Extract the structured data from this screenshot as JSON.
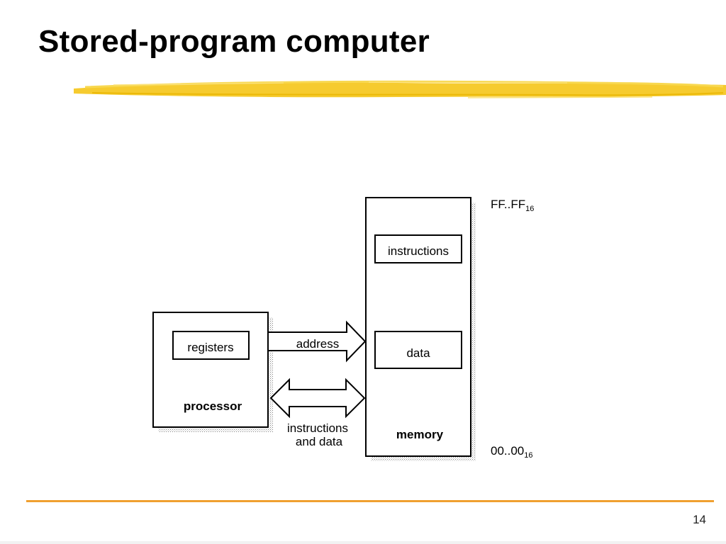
{
  "slide": {
    "title": "Stored-program computer",
    "page_number": "14"
  },
  "diagram": {
    "processor_label": "processor",
    "registers_label": "registers",
    "memory_label": "memory",
    "instructions_box_label": "instructions",
    "data_box_label": "data",
    "address_arrow_label": "address",
    "bus_label_line1": "instructions",
    "bus_label_line2": "and data",
    "top_address_base": "FF..FF",
    "top_address_sub": "16",
    "bottom_address_base": "00..00",
    "bottom_address_sub": "16"
  },
  "colors": {
    "accent_brush": "#f5c518",
    "footer_rule": "#f0a030",
    "shadow_dots": "#888888"
  }
}
